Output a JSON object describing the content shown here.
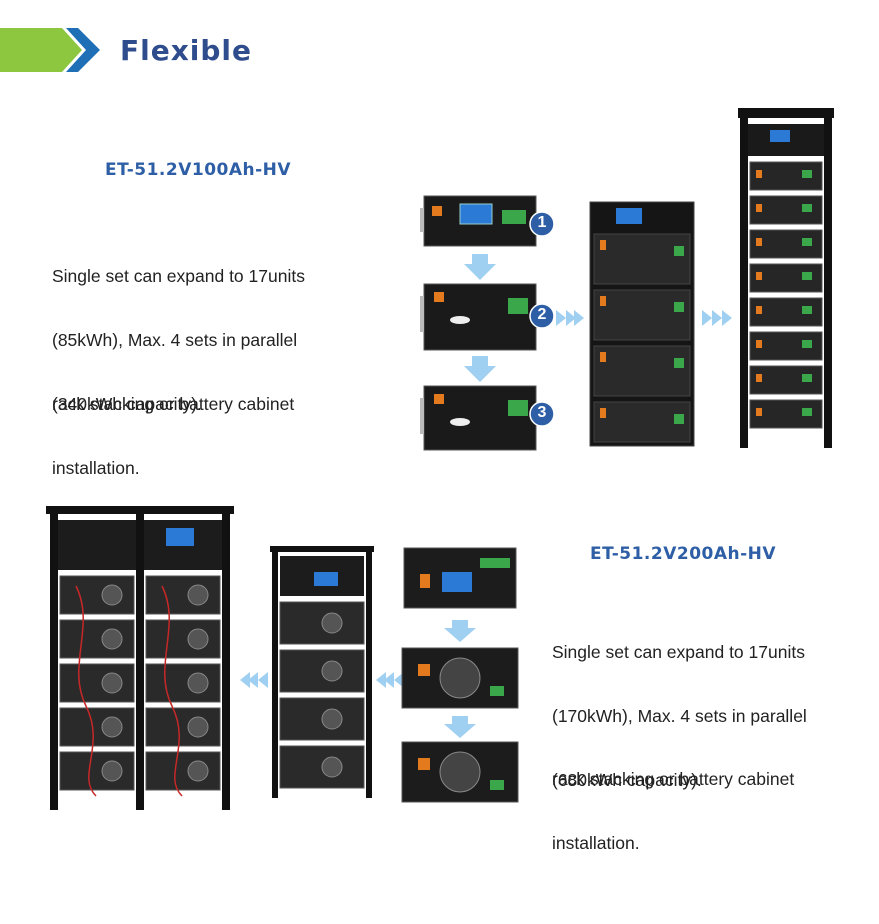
{
  "header": {
    "title": "Flexible"
  },
  "section1": {
    "model": "ET-51.2V100Ah-HV",
    "desc_line1": "Single set can expand to 17units",
    "desc_line2": "(85kWh), Max. 4 sets in parallel",
    "desc_line3": "(340kWh capacity).",
    "note_line1": "rack stacking or battery cabinet",
    "note_line2": "installation.",
    "step_badges": [
      "1",
      "2",
      "3"
    ]
  },
  "section2": {
    "model": "ET-51.2V200Ah-HV",
    "desc_line1": "Single set can expand to 17units",
    "desc_line2": "(170kWh), Max. 4 sets in parallel",
    "desc_line3": "(680kWh capacity).",
    "note_line1": "rack stacking or battery cabinet",
    "note_line2": "installation."
  },
  "colors": {
    "accent_green": "#8dc63f",
    "accent_blue": "#1e6fb5",
    "title_blue": "#2f4d8c",
    "flow_arrow": "#8ec8ef",
    "battery_black": "#1a1a1a"
  },
  "icons": [
    "header-chevron-icon",
    "flow-arrow-down-icon",
    "flow-arrow-right-icon",
    "flow-arrow-left-icon"
  ]
}
